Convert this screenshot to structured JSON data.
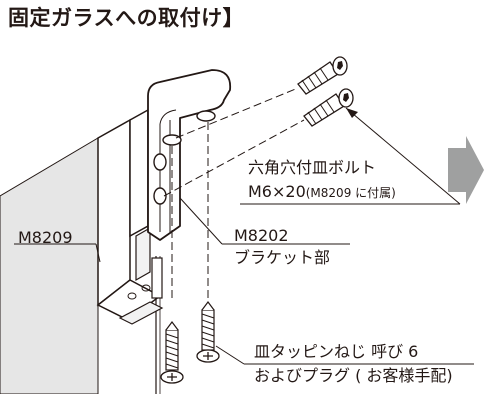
{
  "title": "固定ガラスへの取付け】",
  "labels": {
    "bolt_line1": "六角穴付皿ボルト",
    "bolt_line2_main": "M6×20",
    "bolt_line2_note": "(M8209 に付属)",
    "model_panel": "M8209",
    "model_bracket": "M8202",
    "bracket_part": "ブラケット部",
    "screw_line1": "皿タッピンねじ 呼び 6",
    "screw_line2": "およびプラグ ( お客様手配)"
  },
  "icons": {
    "next_arrow": "right-arrow-icon"
  },
  "colors": {
    "glass": "#e6e6e6",
    "line": "#231815",
    "bracket_fill": "#ffffff",
    "arrow": "#9fa0a0"
  }
}
